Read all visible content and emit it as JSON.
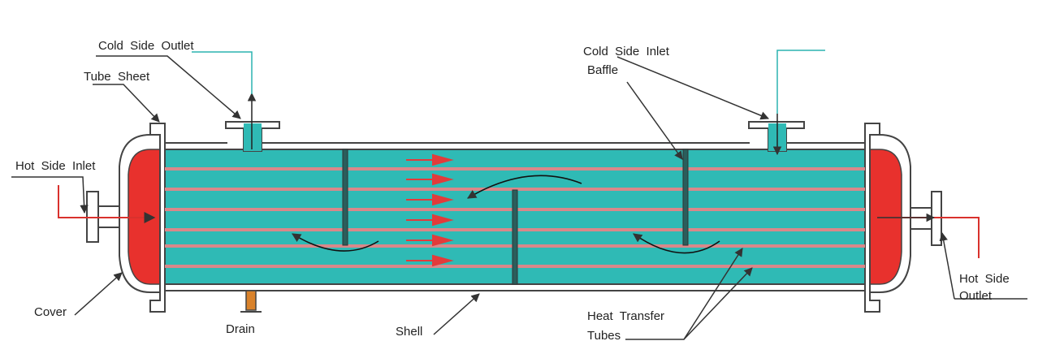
{
  "labels": {
    "cold_side_outlet": "Cold  Side  Outlet",
    "tube_sheet": "Tube  Sheet",
    "hot_side_inlet": "Hot  Side  Inlet",
    "cover": "Cover",
    "drain": "Drain",
    "shell": "Shell",
    "cold_side_inlet": "Cold  Side  Inlet",
    "baffle": "Baffle",
    "heat_transfer_tubes_line1": "Heat  Transfer",
    "heat_transfer_tubes_line2": "Tubes",
    "hot_side_outlet_line1": "Hot  Side",
    "hot_side_outlet_line2": "Outlet"
  },
  "colors": {
    "shell_fluid": "#2fbab5",
    "hot_fluid": "#e8312d",
    "outline": "#333333",
    "leader_line": "#2bb3b0",
    "flow_arrow": "#e23b3b",
    "tube": "#d9888a"
  }
}
